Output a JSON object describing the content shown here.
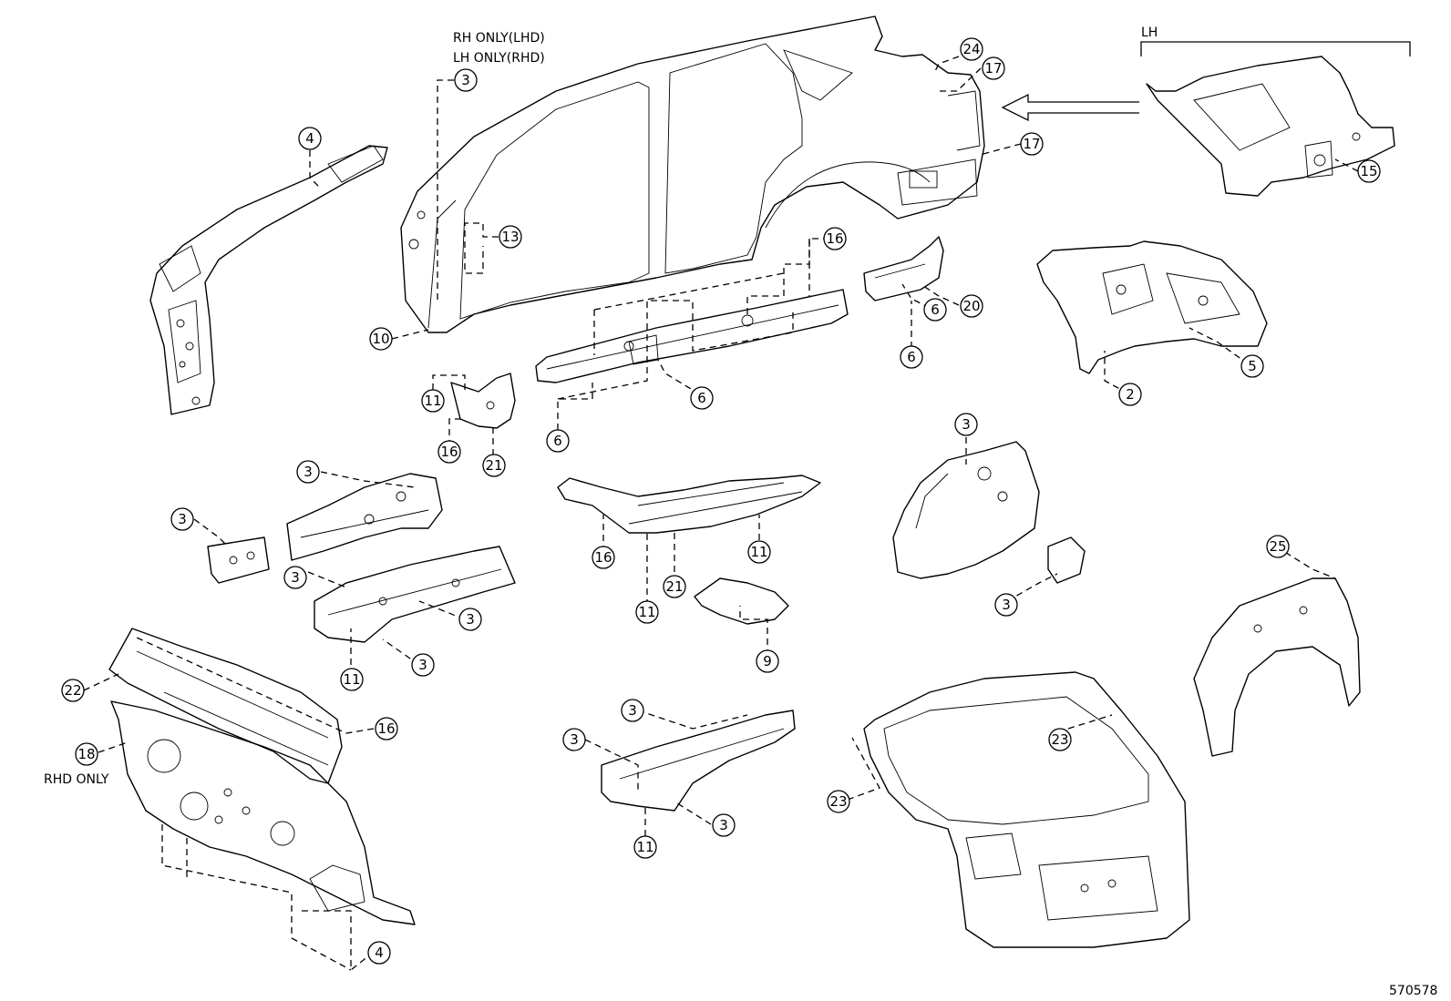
{
  "notes": {
    "rh_lhd": "RH ONLY(LHD)",
    "lh_rhd": "LH ONLY(RHD)",
    "lh": "LH",
    "rhd_only": "RHD ONLY",
    "figure_id": "570578"
  },
  "callouts": {
    "c3_top": "3",
    "c4_top": "4",
    "c13": "13",
    "c10": "10",
    "c24": "24",
    "c17a": "17",
    "c17b": "17",
    "c15": "15",
    "c16_top": "16",
    "c20": "20",
    "c6_a": "6",
    "c6_b": "6",
    "c6_c": "6",
    "c6_d": "6",
    "c2": "2",
    "c5": "5",
    "c11_a": "11",
    "c16_b": "16",
    "c21_a": "21",
    "c3_b": "3",
    "c3_c": "3",
    "c3_d": "3",
    "c3_e": "3",
    "c3_f": "3",
    "c11_b": "11",
    "c16_c": "16",
    "c11_c": "11",
    "c21_b": "21",
    "c11_d": "11",
    "c9": "9",
    "c3_g": "3",
    "c3_h": "3",
    "c25": "25",
    "c22": "22",
    "c16_d": "16",
    "c18": "18",
    "c4_bot": "4",
    "c3_i": "3",
    "c3_j": "3",
    "c3_k": "3",
    "c11_e": "11",
    "c23_a": "23",
    "c23_b": "23"
  }
}
